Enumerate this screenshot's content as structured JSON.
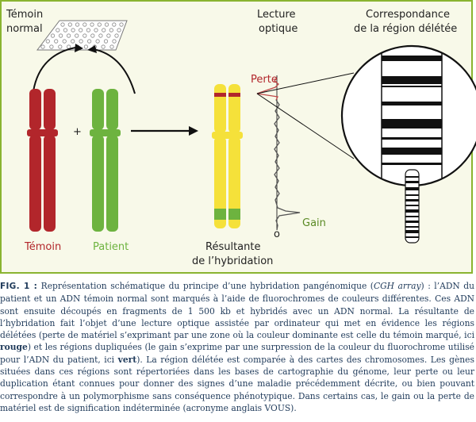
{
  "diagram": {
    "label_temoin_normal_1": "Témoin",
    "label_temoin_normal_2": "normal",
    "label_lecture_1": "Lecture",
    "label_lecture_2": "optique",
    "label_correspondance_1": "Correspondance",
    "label_correspondance_2": "de la région délétée",
    "label_temoin": "Témoin",
    "label_patient": "Patient",
    "label_plus": "+",
    "label_perte": "Perte",
    "label_gain": "Gain",
    "label_zero": "o",
    "label_resultante_1": "Résultante",
    "label_resultante_2": "de l’hybridation",
    "colors": {
      "border": "#8ab431",
      "temoin_red": "#b2262b",
      "patient_green": "#6db33f",
      "hybrid_yellow": "#f5e13a",
      "perte_label": "#b2262b",
      "gain_label": "#5a8a24"
    }
  },
  "caption": {
    "fig_label": "FIG. 1 :",
    "intro": " Représentation schématique du principe d’une hybridation pangénomique (",
    "cgh": "CGH array",
    "p1": ") : l’ADN du patient et un ADN témoin normal sont marqués à l’aide de fluorochromes de couleurs différentes. Ces ADN sont ensuite découpés en fragments de 1 500 kb et hybridés avec un ADN normal. La résultante de l’hybridation fait l’objet d’une lecture optique assistée par ordinateur qui met en évidence les régions délétées (perte de matériel s’exprimant par une zone où la couleur dominante est celle du témoin marqué, ici ",
    "rouge": "rouge",
    "p2": ") et les régions dupliquées (le gain s’exprime par une surpression de la couleur du fluorochrome utilisé pour l’ADN du patient, ici ",
    "vert": "vert",
    "p3": "). La région délétée est comparée à des cartes des chromosomes. Les gènes situées dans ces régions sont répertoriées dans les bases de cartographie du génome, leur perte ou leur duplication étant connues pour donner des signes d’une maladie précédemment décrite, ou bien pouvant correspondre à un polymorphisme sans conséquence phénotypique. Dans certains cas, le gain ou la perte de matériel est de signification indéterminée (acronyme anglais VOUS)."
  }
}
